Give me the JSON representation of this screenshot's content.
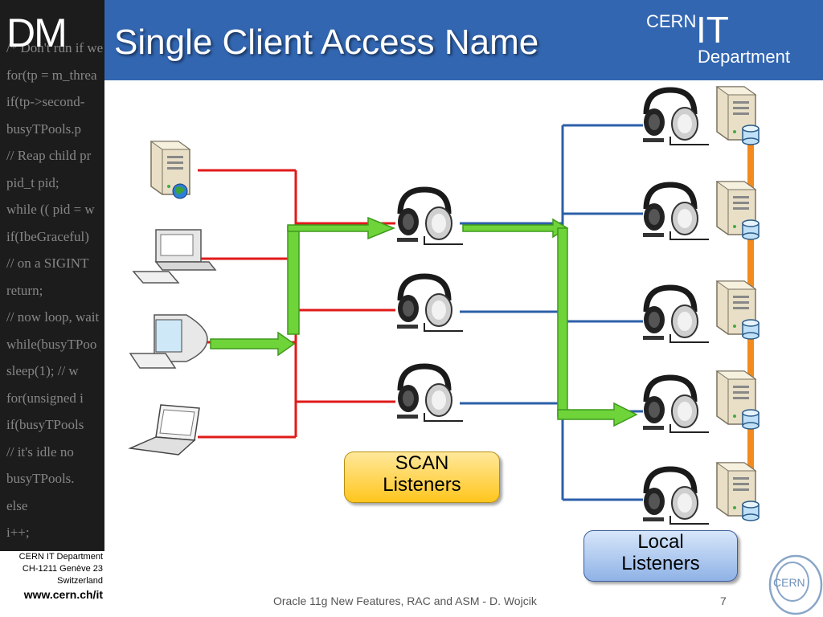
{
  "header": {
    "section_tag": "DM",
    "title": "Single Client Access Name",
    "logo_top": "CERN",
    "logo_it": "IT",
    "logo_dept": "Department"
  },
  "sidebar": {
    "code_lines": [
      "/* Don't run if we are on the pool",
      "for(tp = m_threa",
      "if(tp->second-",
      "busyTPools.p",
      "// Reap child pr",
      "pid_t pid;",
      "while (( pid = w",
      "if(IbeGraceful)",
      "// on a SIGINT",
      "return;",
      "// now loop, wait",
      "while(busyTPoo",
      "sleep(1);    // w",
      "for(unsigned i",
      "if(busyTPools",
      "// it's idle no",
      "busyTPools.",
      "else",
      "i++;"
    ]
  },
  "labels": {
    "scan_line1": "SCAN",
    "scan_line2": "Listeners",
    "local_line1": "Local",
    "local_line2": "Listeners"
  },
  "footer": {
    "org_line1": "CERN IT Department",
    "org_line2": "CH-1211 Genève 23",
    "org_line3": "Switzerland",
    "url": "www.cern.ch/it",
    "presentation": "Oracle 11g New Features, RAC and ASM - D. Wojcik",
    "page_number": "7",
    "corner_logo": "CERN"
  },
  "colors": {
    "header_bg": "#3266b1",
    "client_link": "#e01a1a",
    "listener_link": "#2c5fa8",
    "active_path": "#6fd33a",
    "interconnect": "#f28a1e"
  }
}
